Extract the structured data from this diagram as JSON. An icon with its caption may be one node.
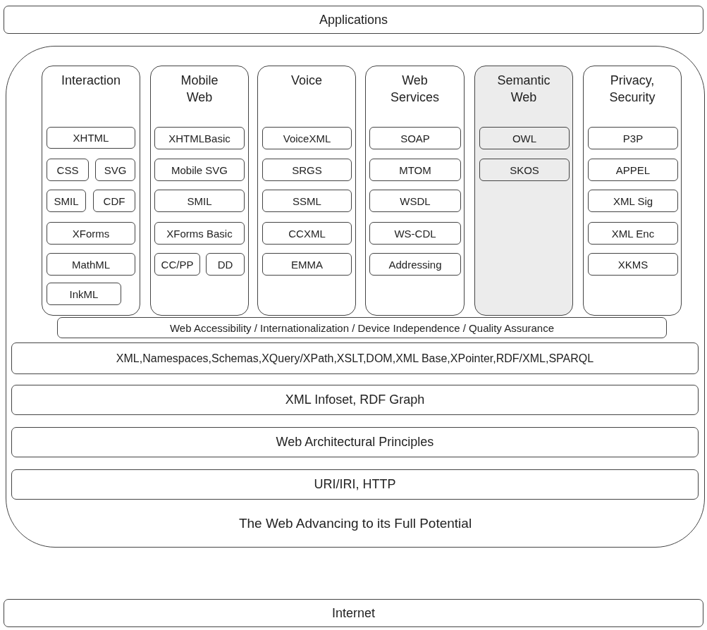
{
  "diagram": {
    "nodes": [
      {
        "text": [
          "Applications"
        ]
      },
      {
        "text": [
          "The Web Advancing to its Full Potential"
        ]
      },
      {
        "text": [
          "Interaction"
        ],
        "in": 1
      },
      {
        "text": [
          "XHTML"
        ],
        "in": 2
      },
      {
        "text": [
          "CSS"
        ],
        "in": 2
      },
      {
        "text": [
          "SVG"
        ],
        "in": 2
      },
      {
        "text": [
          "SMIL"
        ],
        "in": 2
      },
      {
        "text": [
          "CDF"
        ],
        "in": 2
      },
      {
        "text": [
          "XForms"
        ],
        "in": 2
      },
      {
        "text": [
          "MathML"
        ],
        "in": 2
      },
      {
        "text": [
          "InkML"
        ],
        "in": 2
      },
      {
        "text": [
          "Mobile Web"
        ],
        "in": 1
      },
      {
        "text": [
          "XHTMLBasic"
        ],
        "in": 11
      },
      {
        "text": [
          "Mobile SVG"
        ],
        "in": 11
      },
      {
        "text": [
          "SMIL"
        ],
        "in": 11
      },
      {
        "text": [
          "XForms Basic"
        ],
        "in": 11
      },
      {
        "text": [
          "CC/PP"
        ],
        "in": 11
      },
      {
        "text": [
          "DD"
        ],
        "in": 11
      },
      {
        "text": [
          "Voice"
        ],
        "in": 1
      },
      {
        "text": [
          "VoiceXML"
        ],
        "in": 18
      },
      {
        "text": [
          "SRGS"
        ],
        "in": 18
      },
      {
        "text": [
          "SSML"
        ],
        "in": 18
      },
      {
        "text": [
          "CCXML"
        ],
        "in": 18
      },
      {
        "text": [
          "EMMA"
        ],
        "in": 18
      },
      {
        "text": [
          "Web Services"
        ],
        "in": 1
      },
      {
        "text": [
          "SOAP"
        ],
        "in": 24
      },
      {
        "text": [
          "MTOM"
        ],
        "in": 24
      },
      {
        "text": [
          "WSDL"
        ],
        "in": 24
      },
      {
        "text": [
          "WS-CDL"
        ],
        "in": 24
      },
      {
        "text": [
          "Addressing"
        ],
        "in": 24
      },
      {
        "text": [
          "Semantic Web"
        ],
        "in": 1
      },
      {
        "text": [
          "OWL"
        ],
        "in": 30
      },
      {
        "text": [
          "SKOS"
        ],
        "in": 30
      },
      {
        "text": [
          "Privacy, Security"
        ],
        "in": 1
      },
      {
        "text": [
          "P3P"
        ],
        "in": 33
      },
      {
        "text": [
          "APPEL"
        ],
        "in": 33
      },
      {
        "text": [
          "XML Sig"
        ],
        "in": 33
      },
      {
        "text": [
          "XML Enc"
        ],
        "in": 33
      },
      {
        "text": [
          "XKMS"
        ],
        "in": 33
      },
      {
        "text": [
          "Web Accessibility / Internationalization / Device Independence / Quality Assurance"
        ],
        "in": 1
      },
      {
        "text": [
          "XML,Namespaces,Schemas,XQuery/XPath,XSLT,DOM,XML Base,XPointer,RDF/XML,SPARQL"
        ],
        "in": 1
      },
      {
        "text": [
          "XML Infoset, RDF Graph"
        ],
        "in": 1
      },
      {
        "text": [
          "Web Architectural Principles"
        ],
        "in": 1
      },
      {
        "text": [
          "URI/IRI, HTTP"
        ],
        "in": 1
      },
      {
        "text": [
          "Internet"
        ]
      }
    ]
  }
}
